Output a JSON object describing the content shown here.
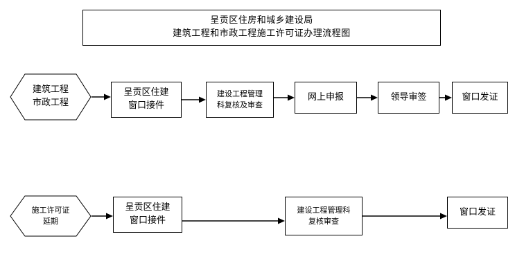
{
  "title": {
    "line1": "呈贡区住房和城乡建设局",
    "line2": "建筑工程和市政工程施工许可证办理流程图"
  },
  "row1": {
    "start_hex": {
      "line1": "建筑工程",
      "line2": "市政工程"
    },
    "steps": [
      {
        "name": "intake",
        "line1": "呈贡区住建",
        "line2": "窗口接件"
      },
      {
        "name": "review",
        "line1": "建设工程管理",
        "line2": "科复核及审查"
      },
      {
        "name": "online-declare",
        "line1": "网上申报",
        "line2": ""
      },
      {
        "name": "leader-approval",
        "line1": "领导审签",
        "line2": ""
      },
      {
        "name": "window-issue",
        "line1": "窗口发证",
        "line2": ""
      }
    ]
  },
  "row2": {
    "start_hex": {
      "line1": "施工许可证",
      "line2": "延期"
    },
    "steps": [
      {
        "name": "intake",
        "line1": "呈贡区住建",
        "line2": "窗口接件"
      },
      {
        "name": "review",
        "line1": "建设工程管理科",
        "line2": "复核审查"
      },
      {
        "name": "window-issue",
        "line1": "窗口发证",
        "line2": ""
      }
    ]
  },
  "colors": {
    "stroke": "#000000",
    "fill": "#ffffff",
    "text": "#000000"
  }
}
